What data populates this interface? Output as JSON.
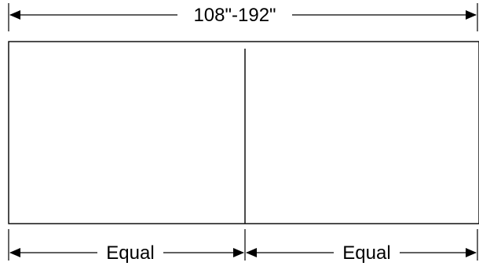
{
  "diagram": {
    "overall_dimension": "108\"-192\"",
    "left_panel_dimension": "Equal",
    "right_panel_dimension": "Equal",
    "panel_count": 2,
    "line_color": "#000000",
    "background_color": "#ffffff"
  }
}
